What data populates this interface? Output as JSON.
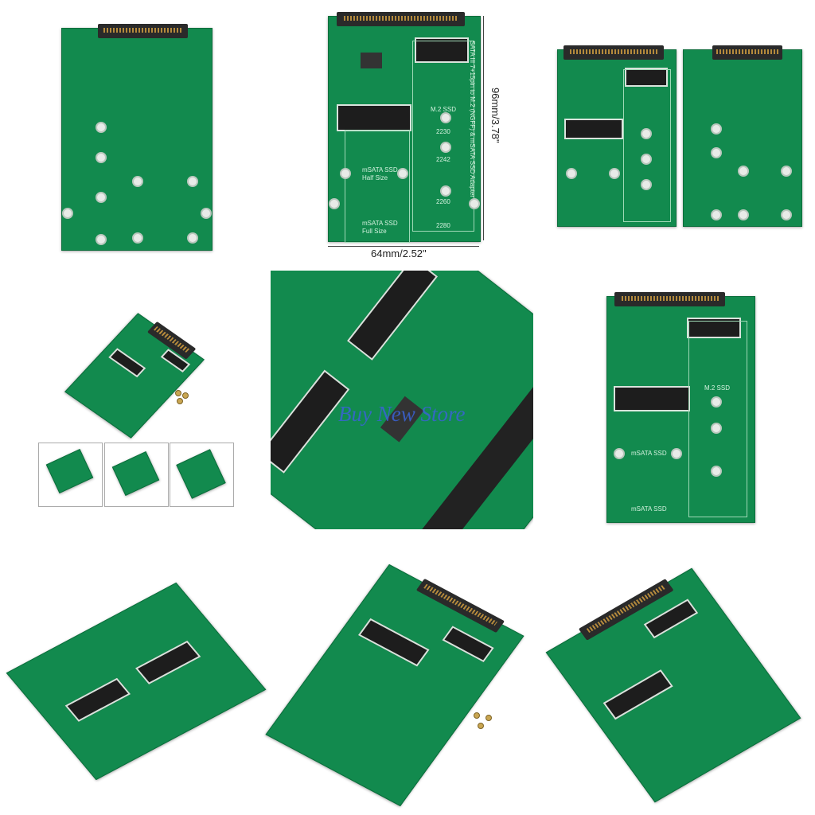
{
  "images": {
    "dimension_height": "96mm/3.78\"",
    "dimension_width": "64mm/2.52\"",
    "watermark": "Buy New Store",
    "board_labels": {
      "m2": "M.2 SSD",
      "msata_half": "mSATA SSD",
      "half_size": "Half Size",
      "msata_full": "mSATA SSD",
      "full_size": "Full Size",
      "l2230": "2230",
      "l2242": "2242",
      "l2260": "2260",
      "l2280": "2280",
      "title": "SATA III 7+15pin to M.2 (NGFF) & mSATA SSD Adapter"
    }
  },
  "colors": {
    "pcb": "#128a4e",
    "connector": "#2a2a2a",
    "watermark": "#3b63d6"
  }
}
